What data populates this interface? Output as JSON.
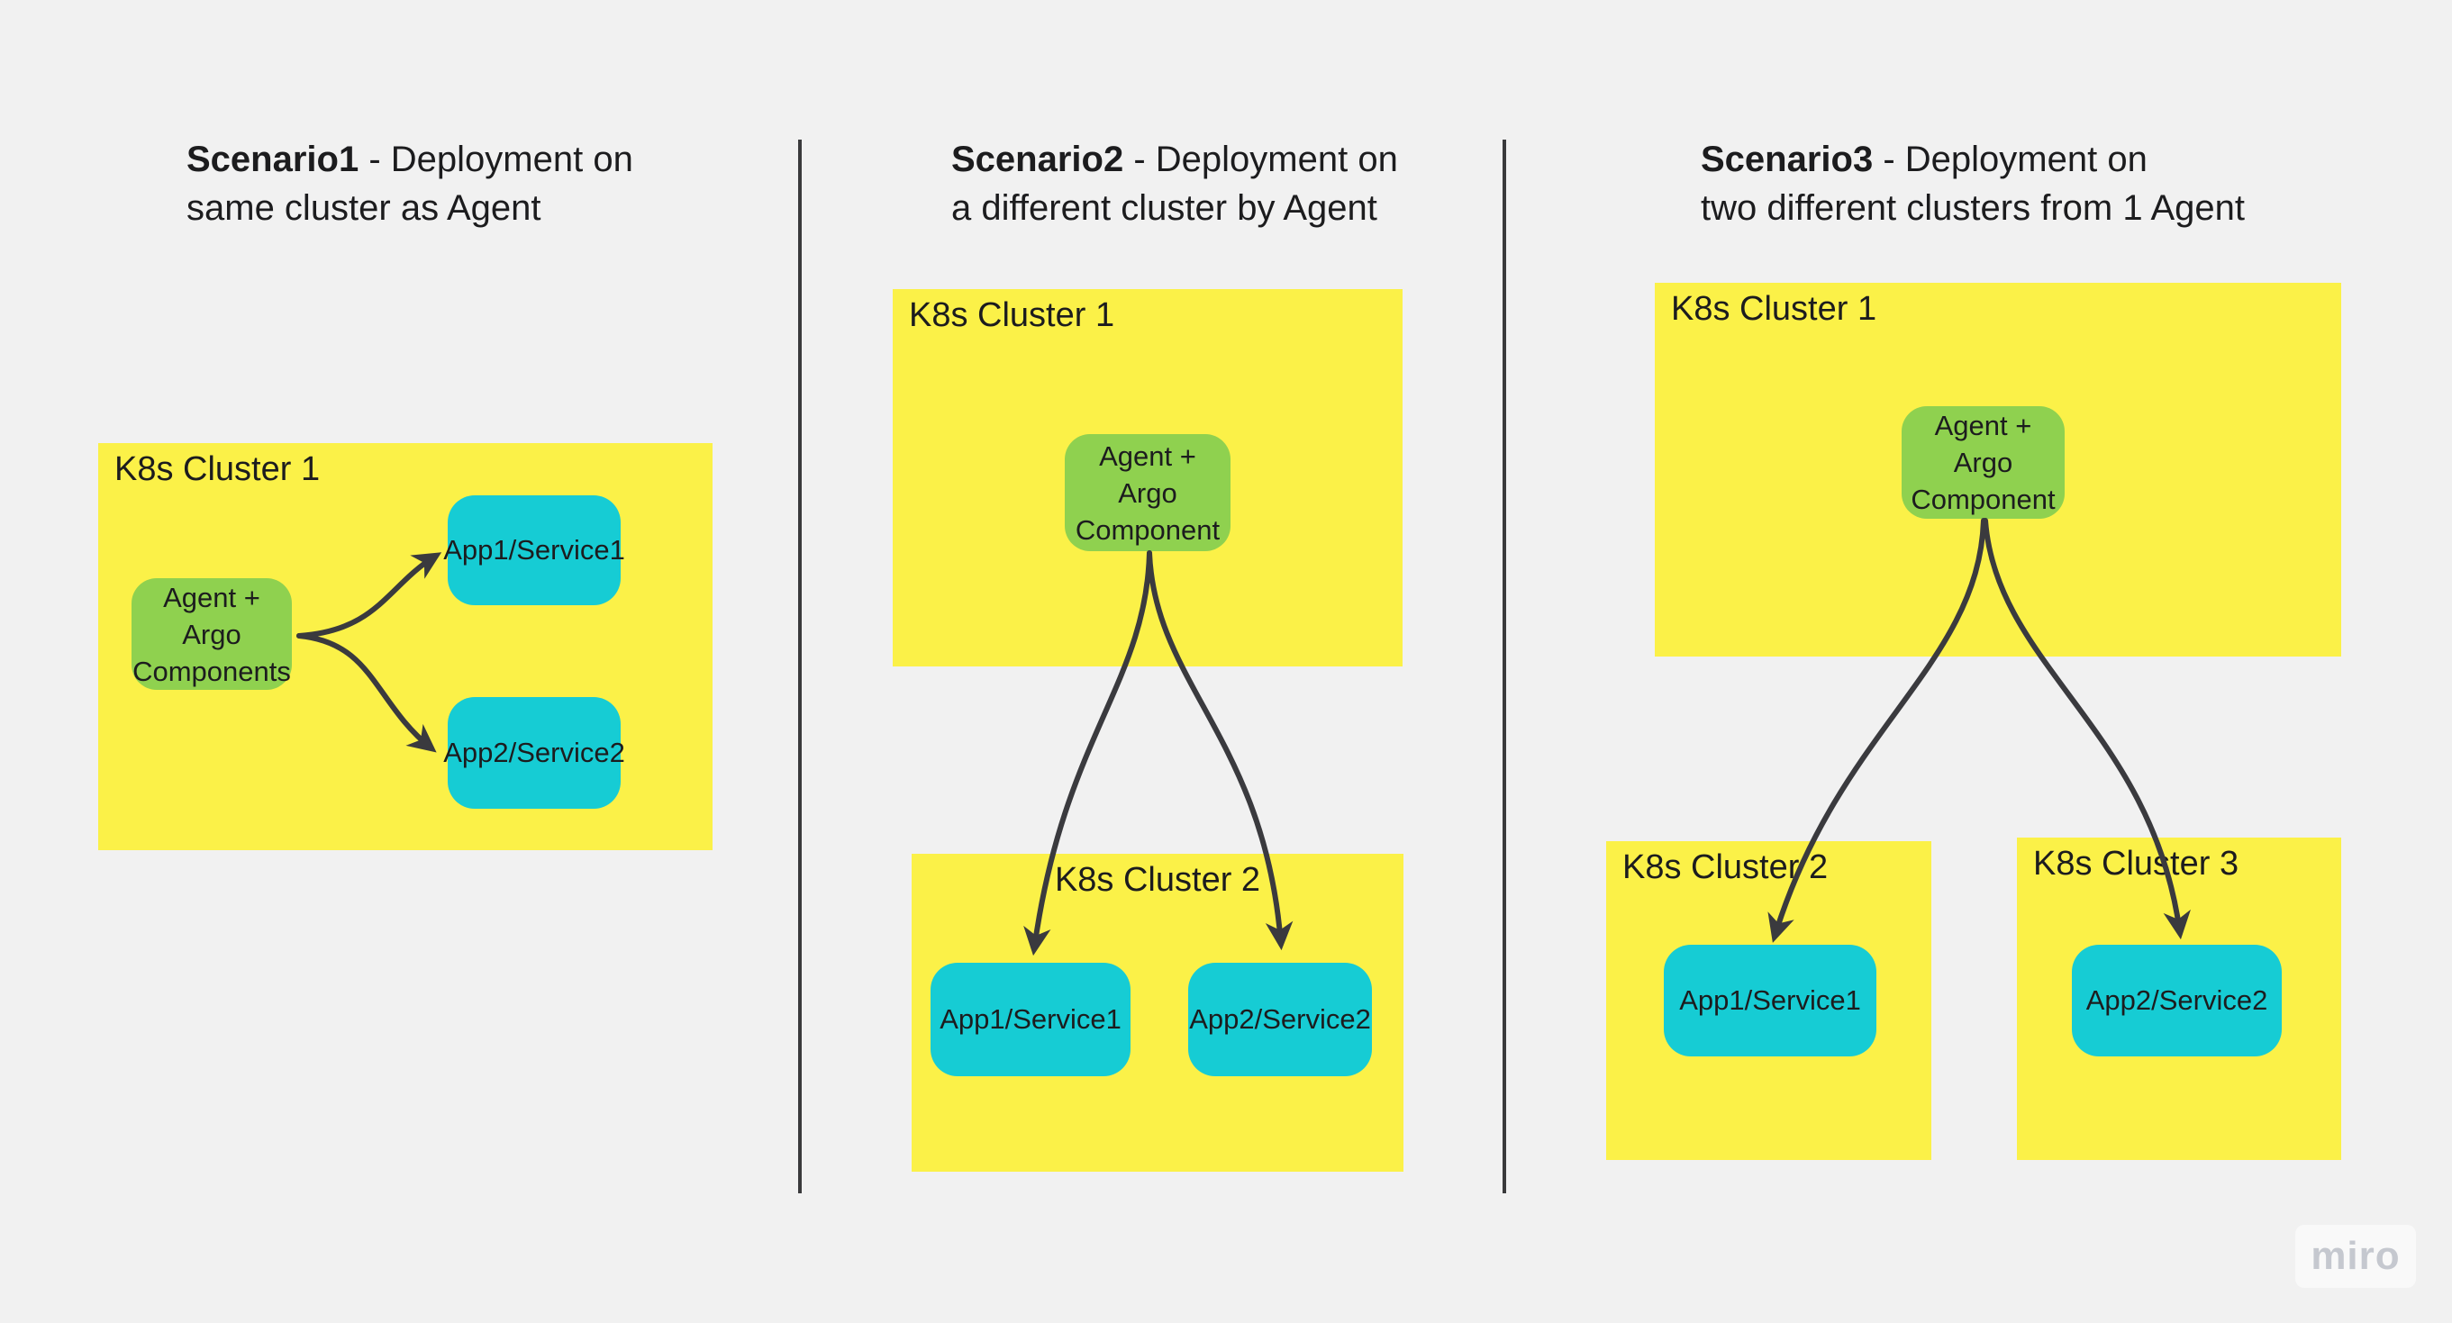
{
  "app": {
    "watermark": "miro"
  },
  "colors": {
    "background": "#F1F1F1",
    "cluster_yellow": "#FBF148",
    "agent_green": "#8FD14F",
    "app_cyan": "#16CCD4",
    "text": "#1C1C1E",
    "connector": "#3A3A3E",
    "watermark": "#C5C8CF"
  },
  "scenarios": [
    {
      "title_bold": "Scenario1",
      "title_rest": " - Deployment on",
      "title_line2": "same cluster as Agent",
      "clusters": [
        {
          "label": "K8s Cluster 1"
        }
      ],
      "agent_label": "Agent + Argo\nComponents",
      "apps": [
        "App1/Service1",
        "App2/Service2"
      ]
    },
    {
      "title_bold": "Scenario2",
      "title_rest": " - Deployment on",
      "title_line2": "a different cluster by Agent",
      "clusters": [
        {
          "label": "K8s Cluster 1"
        },
        {
          "label": "K8s Cluster 2"
        }
      ],
      "agent_label": "Agent +\nArgo\nComponent",
      "apps": [
        "App1/Service1",
        "App2/Service2"
      ]
    },
    {
      "title_bold": "Scenario3",
      "title_rest": " - Deployment on",
      "title_line2": "two different clusters from 1 Agent",
      "clusters": [
        {
          "label": "K8s Cluster 1"
        },
        {
          "label": "K8s Cluster 2"
        },
        {
          "label": "K8s Cluster 3"
        }
      ],
      "agent_label": "Agent +\nArgo\nComponent",
      "apps": [
        "App1/Service1",
        "App2/Service2"
      ]
    }
  ]
}
